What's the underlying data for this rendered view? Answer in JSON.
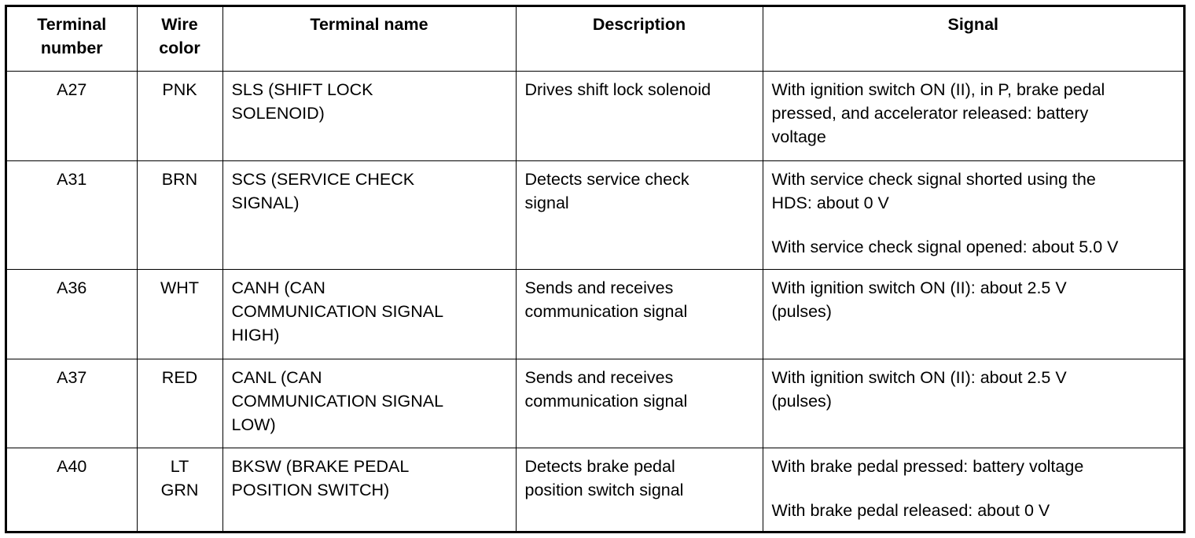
{
  "table": {
    "headers": {
      "terminal_number": [
        "Terminal",
        "number"
      ],
      "wire_color": [
        "Wire",
        "color"
      ],
      "terminal_name": "Terminal name",
      "description": "Description",
      "signal": "Signal"
    },
    "rows": [
      {
        "terminal_number": "A27",
        "wire_color": [
          "PNK"
        ],
        "terminal_name": [
          "SLS (SHIFT LOCK",
          "SOLENOID)"
        ],
        "description": [
          "Drives shift lock solenoid"
        ],
        "signal": [
          [
            "With ignition switch ON (II), in P, brake pedal",
            "pressed, and accelerator released: battery",
            "voltage"
          ]
        ]
      },
      {
        "terminal_number": "A31",
        "wire_color": [
          "BRN"
        ],
        "terminal_name": [
          "SCS (SERVICE CHECK",
          "SIGNAL)"
        ],
        "description": [
          "Detects service check",
          "signal"
        ],
        "signal": [
          [
            "With service check signal shorted using the",
            "HDS: about 0 V"
          ],
          [
            "With service check signal opened: about 5.0 V"
          ]
        ]
      },
      {
        "terminal_number": "A36",
        "wire_color": [
          "WHT"
        ],
        "terminal_name": [
          "CANH (CAN",
          "COMMUNICATION SIGNAL",
          "HIGH)"
        ],
        "description": [
          "Sends and receives",
          "communication signal"
        ],
        "signal": [
          [
            "With ignition switch ON (II): about 2.5 V",
            "(pulses)"
          ]
        ]
      },
      {
        "terminal_number": "A37",
        "wire_color": [
          "RED"
        ],
        "terminal_name": [
          "CANL (CAN",
          "COMMUNICATION SIGNAL",
          "LOW)"
        ],
        "description": [
          "Sends and receives",
          "communication signal"
        ],
        "signal": [
          [
            "With ignition switch ON (II): about 2.5 V",
            "(pulses)"
          ]
        ]
      },
      {
        "terminal_number": "A40",
        "wire_color": [
          "LT",
          "GRN"
        ],
        "terminal_name": [
          "BKSW (BRAKE PEDAL",
          "POSITION SWITCH)"
        ],
        "description": [
          "Detects brake pedal",
          "position switch signal"
        ],
        "signal": [
          [
            "With brake pedal pressed: battery voltage"
          ],
          [
            "With brake pedal released: about 0 V"
          ]
        ]
      }
    ]
  }
}
